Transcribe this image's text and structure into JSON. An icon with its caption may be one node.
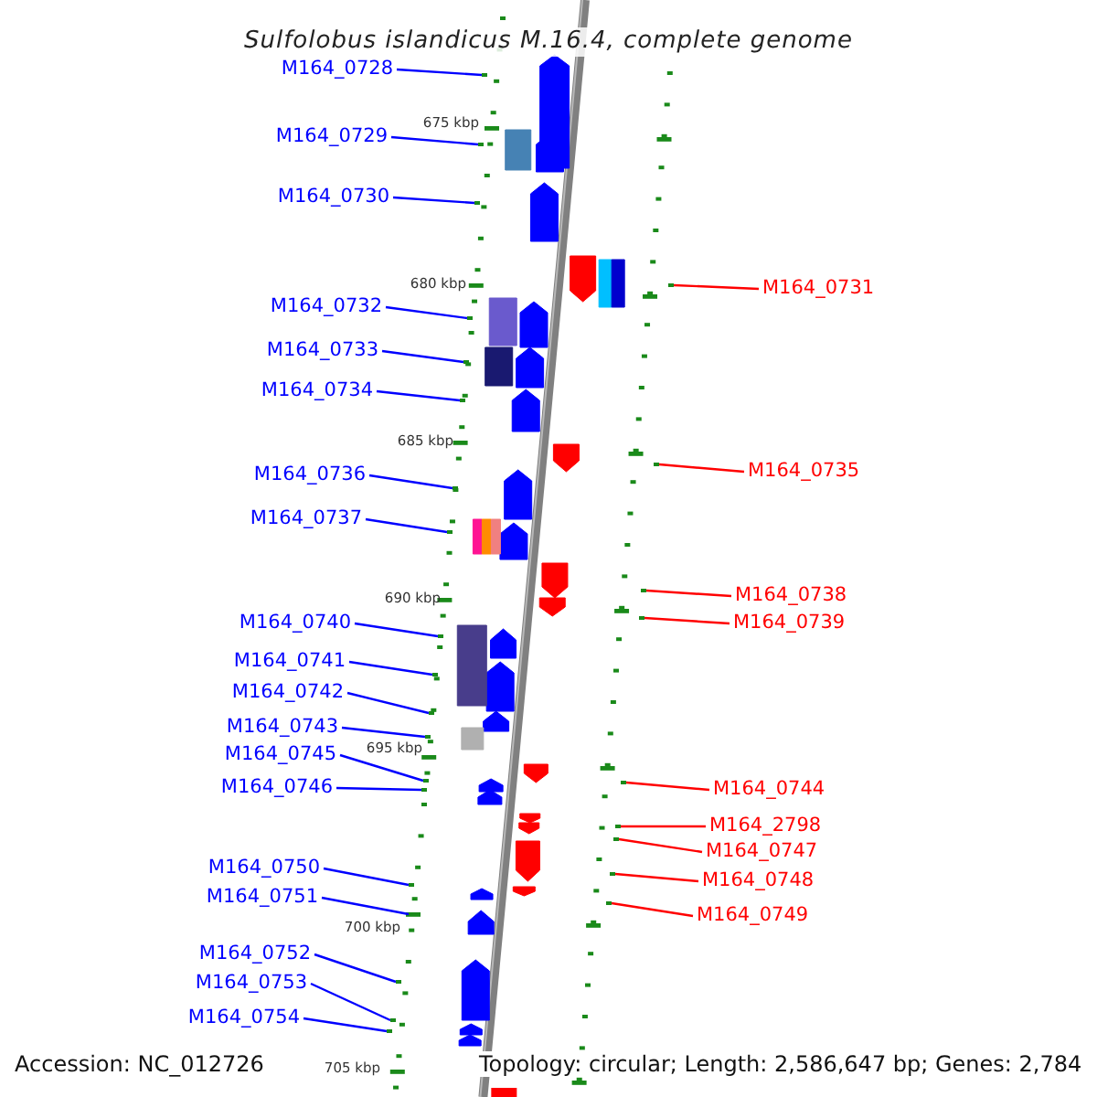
{
  "diagram": {
    "title": "Sulfolobus islandicus M.16.4, complete genome",
    "nodes": [
      {
        "text": [
          "M164_0728"
        ]
      },
      {
        "text": [
          "M164_0729"
        ]
      },
      {
        "text": [
          "M164_0730"
        ]
      },
      {
        "text": [
          "M164_0731"
        ]
      },
      {
        "text": [
          "M164_0732"
        ]
      },
      {
        "text": [
          "M164_0733"
        ]
      },
      {
        "text": [
          "M164_0734"
        ]
      },
      {
        "text": [
          "M164_0735"
        ]
      },
      {
        "text": [
          "M164_0736"
        ]
      },
      {
        "text": [
          "M164_0737"
        ]
      },
      {
        "text": [
          "M164_0738"
        ]
      },
      {
        "text": [
          "M164_0740"
        ]
      },
      {
        "text": [
          "M164_0739"
        ]
      },
      {
        "text": [
          "M164_0741"
        ]
      },
      {
        "text": [
          "M164_0742"
        ]
      },
      {
        "text": [
          "M164_0743"
        ]
      },
      {
        "text": [
          "M164_0745"
        ]
      },
      {
        "text": [
          "M164_0746"
        ]
      },
      {
        "text": [
          "M164_0744"
        ]
      },
      {
        "text": [
          "M164_2798"
        ]
      },
      {
        "text": [
          "M164_0747"
        ]
      },
      {
        "text": [
          "M164_0750"
        ]
      },
      {
        "text": [
          "M164_0748"
        ]
      },
      {
        "text": [
          "M164_0751"
        ]
      },
      {
        "text": [
          "M164_0749"
        ]
      },
      {
        "text": [
          "M164_0752"
        ]
      },
      {
        "text": [
          "M164_0753"
        ]
      },
      {
        "text": [
          "M164_0754"
        ]
      },
      {
        "text": [],
        "shape": "bar"
      },
      {
        "text": [],
        "shape": "bar"
      },
      {
        "text": [],
        "shape": "bar"
      },
      {
        "text": [],
        "shape": "bar"
      },
      {
        "text": [],
        "shape": "bar"
      },
      {
        "text": [],
        "shape": "bar"
      },
      {
        "text": [],
        "shape": "bar"
      },
      {
        "text": [],
        "shape": "bar"
      },
      {
        "text": [],
        "shape": "bar"
      },
      {
        "text": [],
        "shape": "bar"
      },
      {
        "text": [],
        "shape": "bar"
      },
      {
        "text": [],
        "shape": "bar"
      },
      {
        "text": [],
        "shape": "bar"
      },
      {
        "text": [],
        "shape": "bar"
      },
      {
        "text": [],
        "shape": "bar"
      },
      {
        "text": [],
        "shape": "bar"
      },
      {
        "text": [],
        "shape": "bar"
      },
      {
        "text": [],
        "shape": "bar"
      },
      {
        "text": [],
        "shape": "bar"
      },
      {
        "text": [],
        "shape": "bar"
      },
      {
        "text": [],
        "shape": "bar"
      },
      {
        "text": [],
        "shape": "bar"
      },
      {
        "text": [],
        "shape": "bar"
      },
      {
        "text": [],
        "shape": "bar"
      },
      {
        "text": [],
        "shape": "bar"
      },
      {
        "text": [],
        "shape": "bar"
      },
      {
        "text": [],
        "shape": "bar"
      },
      {
        "text": [],
        "shape": "bar"
      }
    ],
    "edges": [
      {
        "from": 0,
        "to": 28,
        "arrow": "none",
        "color": "#0000ff"
      },
      {
        "from": 1,
        "to": 29,
        "arrow": "none",
        "color": "#0000ff"
      },
      {
        "from": 2,
        "to": 30,
        "arrow": "none",
        "color": "#0000ff"
      },
      {
        "from": 3,
        "to": 31,
        "arrow": "none",
        "color": "#ff0000"
      },
      {
        "from": 4,
        "to": 32,
        "arrow": "none",
        "color": "#0000ff"
      },
      {
        "from": 5,
        "to": 33,
        "arrow": "none",
        "color": "#0000ff"
      },
      {
        "from": 6,
        "to": 34,
        "arrow": "none",
        "color": "#0000ff"
      },
      {
        "from": 7,
        "to": 35,
        "arrow": "none",
        "color": "#ff0000"
      },
      {
        "from": 8,
        "to": 36,
        "arrow": "none",
        "color": "#0000ff"
      },
      {
        "from": 9,
        "to": 37,
        "arrow": "none",
        "color": "#0000ff"
      },
      {
        "from": 10,
        "to": 38,
        "arrow": "none",
        "color": "#ff0000"
      },
      {
        "from": 11,
        "to": 39,
        "arrow": "none",
        "color": "#0000ff"
      },
      {
        "from": 12,
        "to": 40,
        "arrow": "none",
        "color": "#ff0000"
      },
      {
        "from": 13,
        "to": 41,
        "arrow": "none",
        "color": "#0000ff"
      },
      {
        "from": 14,
        "to": 42,
        "arrow": "none",
        "color": "#0000ff"
      },
      {
        "from": 15,
        "to": 43,
        "arrow": "none",
        "color": "#0000ff"
      },
      {
        "from": 16,
        "to": 44,
        "arrow": "none",
        "color": "#0000ff"
      },
      {
        "from": 17,
        "to": 45,
        "arrow": "none",
        "color": "#0000ff"
      },
      {
        "from": 18,
        "to": 46,
        "arrow": "none",
        "color": "#ff0000"
      },
      {
        "from": 19,
        "to": 47,
        "arrow": "none",
        "color": "#ff0000"
      },
      {
        "from": 20,
        "to": 48,
        "arrow": "none",
        "color": "#ff0000"
      },
      {
        "from": 21,
        "to": 49,
        "arrow": "none",
        "color": "#0000ff"
      },
      {
        "from": 22,
        "to": 50,
        "arrow": "none",
        "color": "#ff0000"
      },
      {
        "from": 23,
        "to": 51,
        "arrow": "none",
        "color": "#0000ff"
      },
      {
        "from": 24,
        "to": 52,
        "arrow": "none",
        "color": "#ff0000"
      },
      {
        "from": 25,
        "to": 53,
        "arrow": "none",
        "color": "#0000ff"
      },
      {
        "from": 26,
        "to": 54,
        "arrow": "none",
        "color": "#0000ff"
      },
      {
        "from": 27,
        "to": 55,
        "arrow": "none",
        "color": "#0000ff"
      }
    ],
    "labels": [
      "675 kbp",
      "680 kbp",
      "685 kbp",
      "690 kbp",
      "695 kbp",
      "700 kbp",
      "Accession: NC_012726",
      "705 kbp",
      "Topology: circular; Length: 2,586,647 bp; Genes: 2,784"
    ]
  }
}
